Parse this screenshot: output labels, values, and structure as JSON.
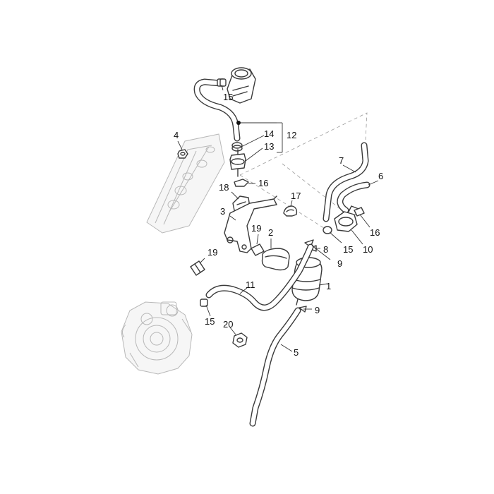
{
  "diagram": {
    "callouts": {
      "c1": "1",
      "c2": "2",
      "c3": "3",
      "c4": "4",
      "c5": "5",
      "c6": "6",
      "c7": "7",
      "c8": "8",
      "c9a": "9",
      "c9b": "9",
      "c10": "10",
      "c11": "11",
      "c12": "12",
      "c13": "13",
      "c14": "14",
      "c15a": "15",
      "c15b": "15",
      "c15c": "15",
      "c16a": "16",
      "c16b": "16",
      "c17": "17",
      "c18": "18",
      "c19a": "19",
      "c19b": "19",
      "c20": "20"
    }
  }
}
